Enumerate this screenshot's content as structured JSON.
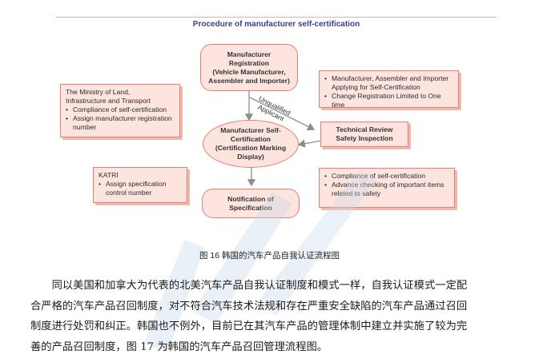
{
  "header": {
    "title": "Procedure of manufacturer self-certification"
  },
  "flowchart": {
    "registration": {
      "line1": "Manufacturer",
      "line2": "Registration",
      "line3": "(Vehicle Manufacturer,",
      "line4": "Assembler and Importer)"
    },
    "ministry": {
      "title_line1": "The Ministry of Land,",
      "title_line2": "Infrastructure and Transport",
      "items": [
        "Compliance of self-certification",
        "Assign manufacturer registration number"
      ]
    },
    "manufacturer_duties": {
      "items": [
        "Manufacturer, Assembler and Importer Applying  for Self-Certification",
        "Change Registration Limited to One time"
      ]
    },
    "self_cert": {
      "line1": "Manufacturer Self-",
      "line2": "Certification",
      "line3": "(Certification Marking",
      "line4": "Display)"
    },
    "unqualified_label": {
      "line1": "Unqualified",
      "line2": "Applicant"
    },
    "technical_review": {
      "line1": "Technical Review",
      "line2": "Safety Inspection"
    },
    "katri": {
      "title": "KATRI",
      "items": [
        "Assign specification control number"
      ]
    },
    "notification": {
      "line1": "Notification of",
      "line2": "Specification"
    },
    "compliance": {
      "items": [
        "Compliance of self-certification",
        "Advance checking of  important items related  to safety"
      ]
    }
  },
  "caption": "图 16  韩国的汽车产品自我认证流程图",
  "paragraph": {
    "lines": [
      "同以美国和加拿大为代表的北美汽车产品自我认证制度和模式一样，自我认证模式一定配",
      "合严格的汽车产品召回制度，对不符合汽车技术法规和存在严重安全缺陷的汽车产品通过召回",
      "制度进行处罚和纠正。韩国也不例外，目前已在其汽车产品的管理体制中建立并实施了较为完",
      "善的产品召回制度，图 17 为韩国的汽车产品召回管理流程图。"
    ]
  },
  "colors": {
    "box_fill": "#fde4df",
    "box_border": "#e57f72",
    "title_color": "#3b3f8f",
    "arrow": "#8c8c8c"
  }
}
